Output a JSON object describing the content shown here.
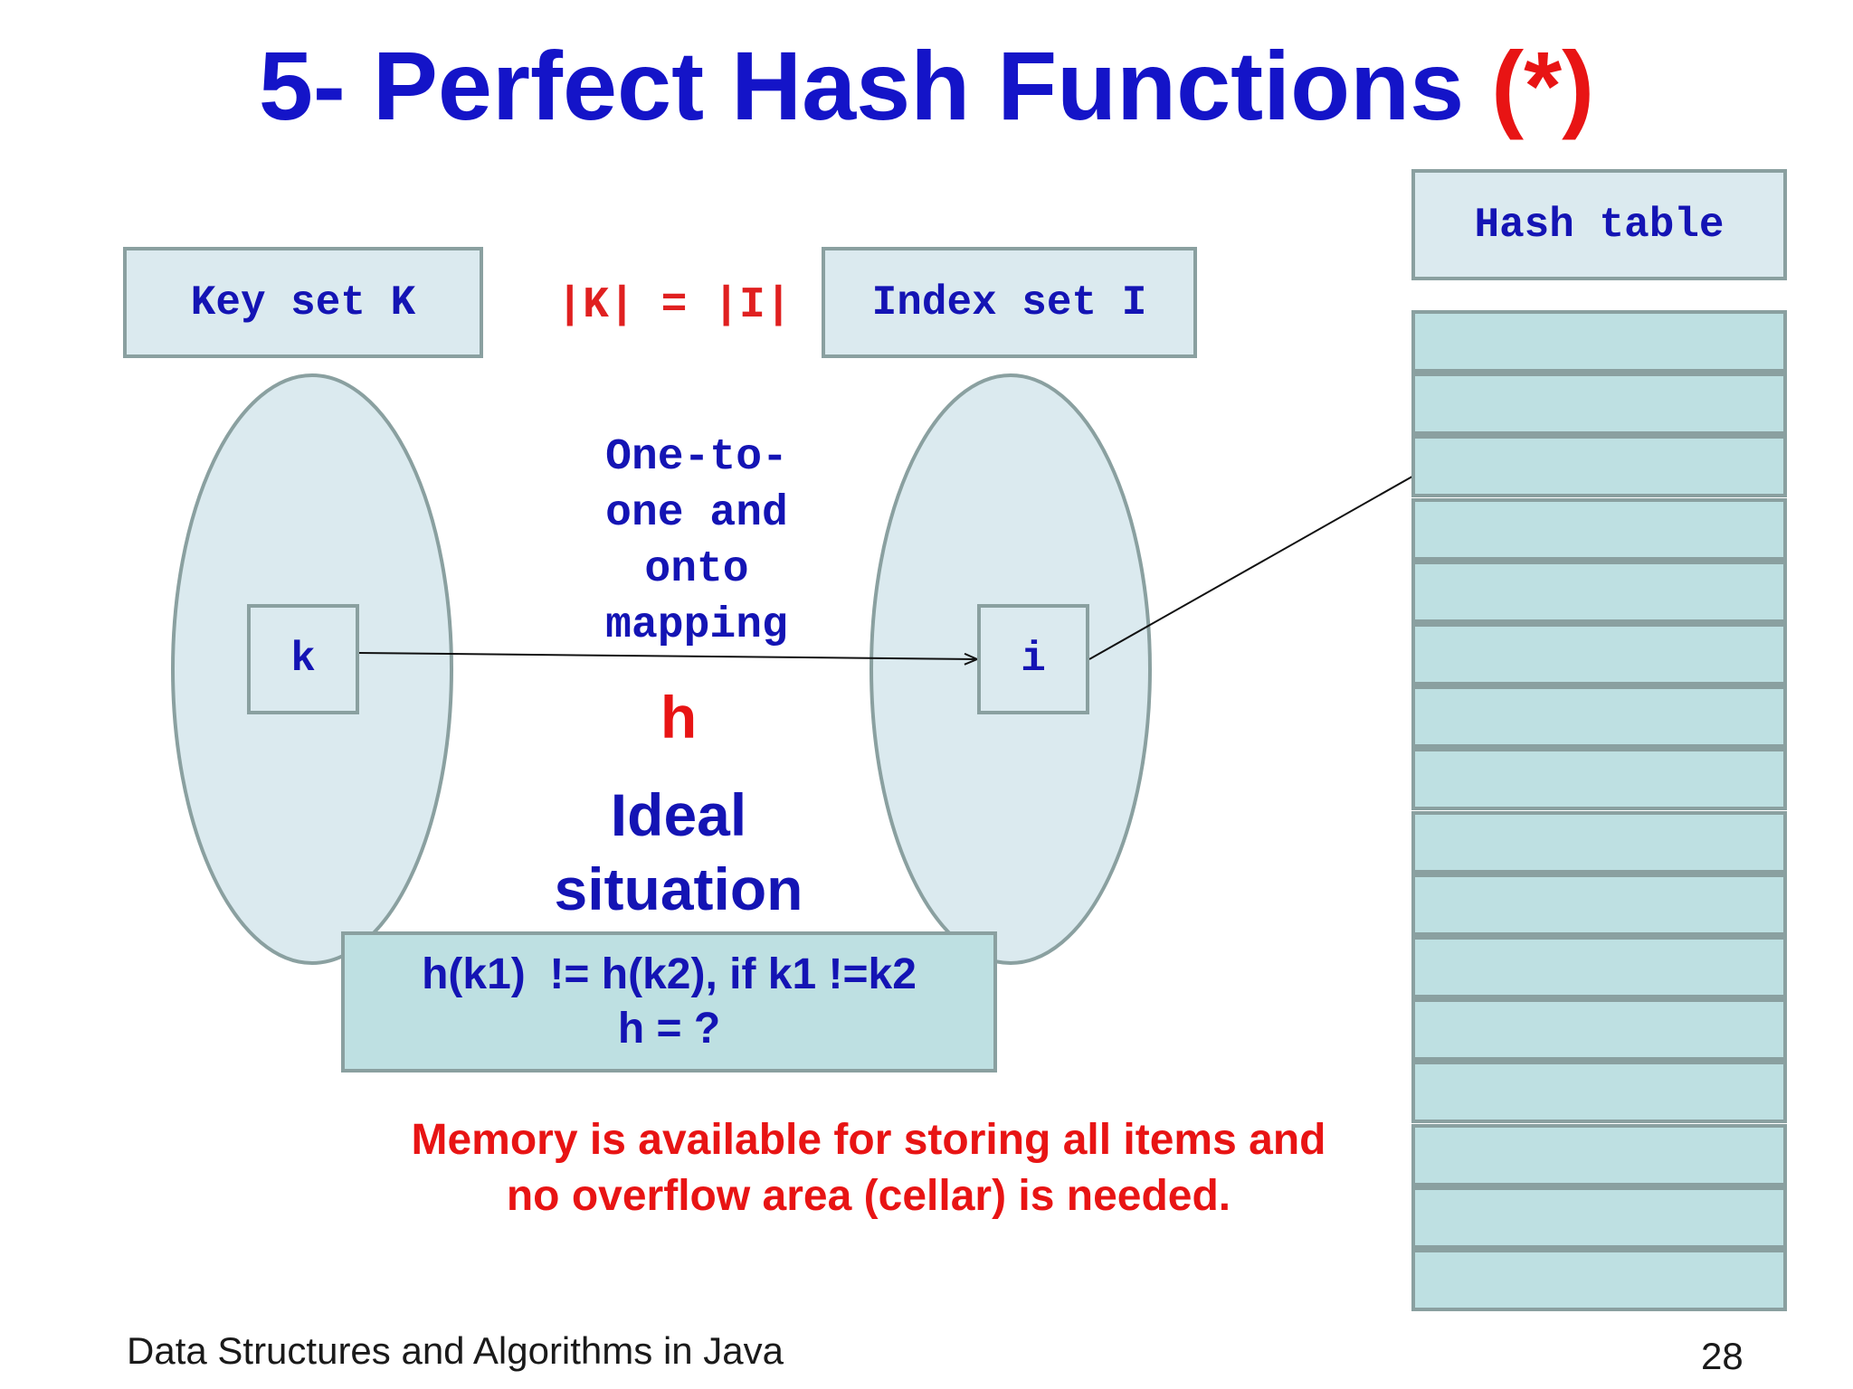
{
  "title": {
    "main": "5- Perfect Hash Functions",
    "star": "(*)"
  },
  "key_set_label": "Key set K",
  "index_set_label": "Index set I",
  "hash_table_label": "Hash table",
  "cardinality": "|K| = |I|",
  "mapping_lines": [
    "One-to-",
    "one and",
    "onto",
    "mapping"
  ],
  "function_name": "h",
  "ideal_lines": [
    "Ideal",
    "situation"
  ],
  "key_element": "k",
  "index_element": "i",
  "formula_lines": [
    "h(k1)  != h(k2), if k1 !=k2",
    "h = ?"
  ],
  "memory_note_lines": [
    "Memory is available for storing all items and",
    "no overflow area (cellar) is needed."
  ],
  "footer": "Data Structures and Algorithms in Java",
  "page_number": "28",
  "hash_table_slots": 16,
  "colors": {
    "title_blue": "#1414c8",
    "accent_red": "#e81414",
    "box_fill": "#dbeaef",
    "slot_fill": "#bee0e2",
    "border": "#8aa0a0"
  }
}
